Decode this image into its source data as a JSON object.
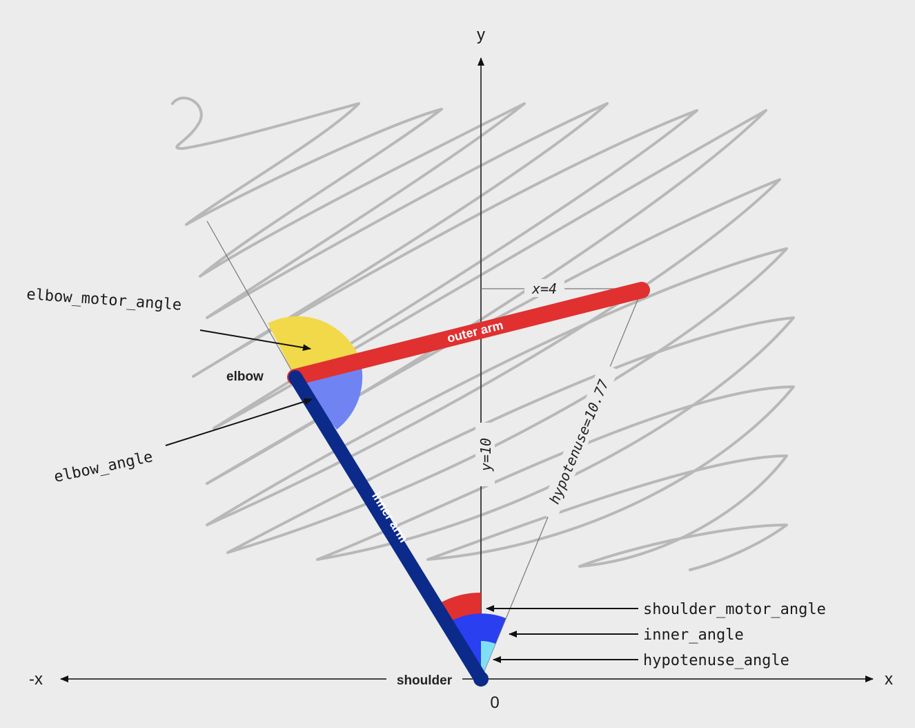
{
  "axes": {
    "y_label": "y",
    "x_label": "x",
    "neg_x_label": "-x",
    "origin_label": "0"
  },
  "joints": {
    "elbow": "elbow",
    "shoulder": "shoulder"
  },
  "arms": {
    "outer": "outer arm",
    "inner": "inner arm"
  },
  "dimensions": {
    "x": "x=4",
    "y": "y=10",
    "hypotenuse": "hypotenuse=10.77"
  },
  "callouts": {
    "elbow_motor_angle": "elbow_motor_angle",
    "elbow_angle": "elbow_angle",
    "shoulder_motor_angle": "shoulder_motor_angle",
    "inner_angle": "inner_angle",
    "hypotenuse_angle": "hypotenuse_angle"
  },
  "colors": {
    "outer_arm": "#e03030",
    "inner_arm": "#0c2a8a",
    "elbow_motor_angle": "#f2d94a",
    "elbow_angle": "#6f84f2",
    "shoulder_motor_angle": "#e03030",
    "inner_angle": "#2a3ff0",
    "hypotenuse_angle": "#7fe0f5",
    "scribble": "#b8b8b8"
  }
}
